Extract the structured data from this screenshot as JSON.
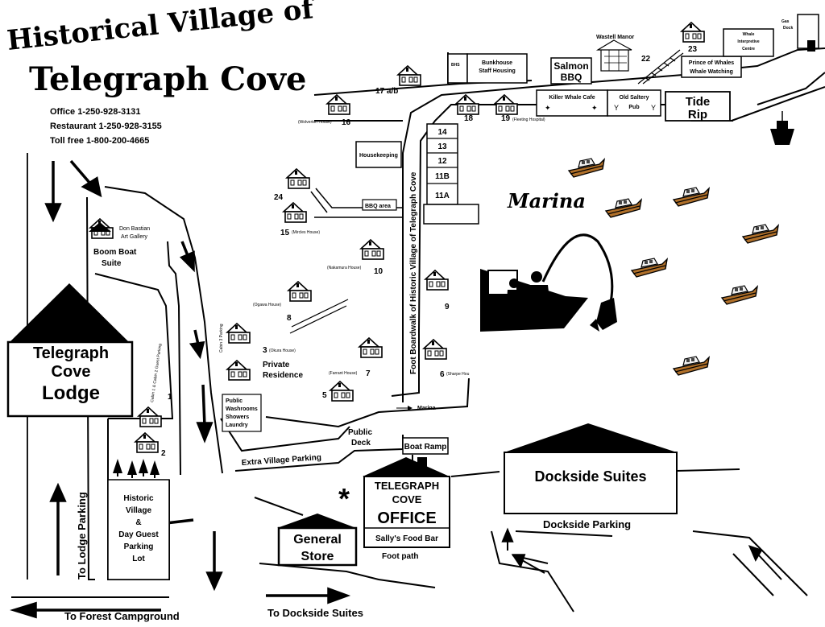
{
  "title": {
    "line1": "Historical Village of",
    "line2": "Telegraph Cove"
  },
  "contacts": {
    "office": "Office 1-250-928-3131",
    "restaurant": "Restaurant 1-250-928-3155",
    "tollfree": "Toll free 1-800-200-4665"
  },
  "buildings": {
    "lodge": [
      "Telegraph",
      "Cove",
      "Lodge"
    ],
    "dockside_suites": "Dockside Suites",
    "office": [
      "TELEGRAPH",
      "COVE",
      "OFFICE"
    ],
    "sallys": "Sally's Food Bar",
    "general_store": [
      "General",
      "Store"
    ],
    "tide_rip": [
      "Tide",
      "Rip"
    ],
    "salmon_bbq": [
      "Salmon",
      "BBQ"
    ],
    "killer_whale_cafe": "Killer Whale Cafe",
    "old_saltery": [
      "Old Saltery",
      "Pub"
    ],
    "prince_of_whales": [
      "Prince of Whales",
      "Whale Watching"
    ],
    "whale_centre": [
      "Whale",
      "Interpretive",
      "Centre"
    ],
    "bunkhouse": [
      "Bunkhouse",
      "Staff Housing"
    ],
    "bhs": "BHS",
    "housekeeping": "Housekeeping",
    "bbq_area": "BBQ area",
    "washrooms": [
      "Public",
      "Washrooms",
      "Showers",
      "Laundry"
    ],
    "boat_ramp": "Boat Ramp",
    "public_deck": [
      "Public",
      "Deck"
    ],
    "historic_village_lot": [
      "Historic",
      "Village",
      "&",
      "Day Guest",
      "Parking",
      "Lot"
    ],
    "don_bastian": [
      "Don Bastian",
      "Art Gallery"
    ],
    "boom_boat": [
      "Boom Boat",
      "Suite"
    ],
    "wastell_manor": "Wastell Manor",
    "gas_dock": [
      "Gas",
      "Dock"
    ],
    "private_residence": [
      "Private",
      "Residence"
    ]
  },
  "houses": {
    "h1": "1",
    "h2": "2",
    "h3": "3",
    "h3_name": "(Okura House)",
    "h5": "5",
    "h6": "6",
    "h6_name": "(Sharpe Hou",
    "h7": "7",
    "h7_name": "(Farrant House)",
    "h8": "8",
    "h8_name": "(Ogawa House)",
    "h9": "9",
    "h10": "10",
    "h10_name": "(Nakamura House)",
    "h15": "15",
    "h15_name": "(Mircles House)",
    "h16": "16",
    "h16_name": "(Wolverton House)",
    "h17": "17 a/b",
    "h18": "18",
    "h19": "19",
    "h19_name": "(Fleeting Hospital)",
    "h22": "22",
    "h23": "23",
    "h24": "24"
  },
  "units": [
    "14",
    "13",
    "12",
    "11B",
    "11A"
  ],
  "labels": {
    "marina": "Marina",
    "marina_arrow": "Marina",
    "boardwalk": "Foot Boardwalk of Historic Village of Telegraph Cove",
    "extra_parking": "Extra Village Parking",
    "dockside_parking": "Dockside Parking",
    "foot_path": "Foot path",
    "to_lodge_parking": "To Lodge Parking",
    "to_forest": "To Forest Campground",
    "to_dockside": "To Dockside Suites",
    "cabin3_parking": "Cabin 3 Parking",
    "cabin12_parking": "Cabin 1 & Cabin 2 Guest Parking",
    "asterisk": "*"
  }
}
